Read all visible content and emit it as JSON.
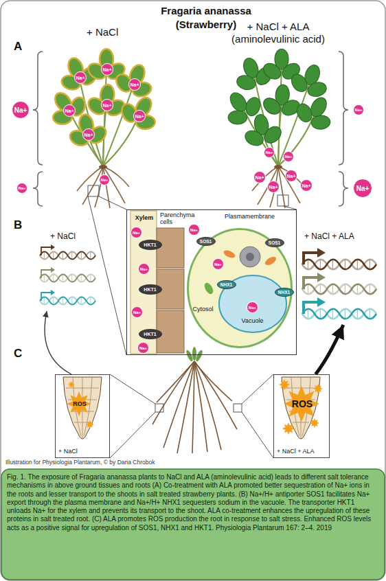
{
  "diagram": {
    "title": "Fragaria ananassa (Strawberry)",
    "caption": "Fig. 1. The exposure of Fragaria ananassa plants to NaCl and ALA (aminolevulinic acid) leads to different salt tolerance mechanisms in above ground tissues and roots (A) Co-treatment with ALA promoted better sequestration of Na+ ions in the roots and lesser transport to the shoots in salt treated strawberry plants. (B) Na+/H+ antiporter SOS1 facilitates Na+ export through the plasma membrane and Na+/H+ NHX1 sequesters sodium in the vacuole. The transporter HKT1 unloads Na+ for the xylem and prevents its transport to the shoot. ALA co-treatment enhances the upregulation of these proteins in salt treated root. (C) ALA promotes ROS production the root in response to salt stress. Enhanced ROS levels acts as a positive signal for upregulation of SOS1, NHX1 and HKT1. Physiologia Plantarum 167: 2–4. 2019",
    "nodes": [
      {
        "text": [
          "Na+"
        ]
      },
      {
        "text": [
          "Na+"
        ]
      },
      {
        "text": [
          "Na+"
        ]
      },
      {
        "text": [
          "Na+"
        ]
      },
      {
        "text": [
          "Na+"
        ]
      },
      {
        "text": [
          "Na+"
        ]
      },
      {
        "text": [
          "Na+"
        ]
      },
      {
        "text": [
          "Na+"
        ]
      },
      {
        "text": [
          "Na+"
        ]
      },
      {
        "text": [
          "Na+"
        ]
      },
      {
        "text": [
          "Na+"
        ]
      },
      {
        "text": [
          "Na+"
        ]
      },
      {
        "text": [
          "Na+"
        ]
      },
      {
        "text": [
          "Na+"
        ]
      },
      {
        "text": [
          "Na+"
        ]
      },
      {
        "text": [
          "Na+"
        ]
      },
      {
        "text": [
          "Na+"
        ]
      },
      {
        "text": [
          "Na+"
        ]
      },
      {
        "text": [
          "+ NaCl"
        ]
      },
      {
        "text": [
          "+ NaCl + ALA"
        ]
      },
      {
        "text": [
          "Xylem",
          "Parenchyma cells",
          "Plasmamembrane"
        ]
      },
      {
        "text": [
          "HKT1"
        ],
        "in": 20
      },
      {
        "text": [
          "HKT1"
        ],
        "in": 20
      },
      {
        "text": [
          "HKT1"
        ],
        "in": 20
      },
      {
        "text": [
          "Na+"
        ],
        "in": 20
      },
      {
        "text": [
          "Na+"
        ],
        "in": 20
      },
      {
        "text": [
          "Na+"
        ],
        "in": 20
      },
      {
        "text": [
          "Na+"
        ],
        "in": 20
      },
      {
        "text": [
          "Na+"
        ],
        "in": 20
      },
      {
        "text": [
          "Cytosol"
        ],
        "in": 20
      },
      {
        "text": [
          "SOS1"
        ],
        "in": 29
      },
      {
        "text": [
          "SOS1"
        ],
        "in": 29
      },
      {
        "text": [
          "Na+"
        ],
        "in": 29
      },
      {
        "text": [
          "Vacuole"
        ],
        "in": 29
      },
      {
        "text": [
          "NHX1"
        ],
        "in": 33
      },
      {
        "text": [
          "NHX1"
        ],
        "in": 33
      },
      {
        "text": [
          "Na+"
        ],
        "in": 33
      },
      {
        "text": [
          "ROS",
          "+ NaCl"
        ]
      },
      {
        "text": [
          "ROS",
          "+ NaCl + ALA"
        ]
      }
    ],
    "edges": [
      {
        "from": 37,
        "to": 18,
        "arrow": "to"
      },
      {
        "from": 38,
        "to": 19,
        "arrow": "to"
      }
    ],
    "labels": [
      "A",
      "+ NaCl",
      "+ NaCl + ALA (aminolevulinic acid)",
      "B",
      "C",
      "Illustration for Physiologia Plantarum, © by Daria Chrobok"
    ]
  }
}
